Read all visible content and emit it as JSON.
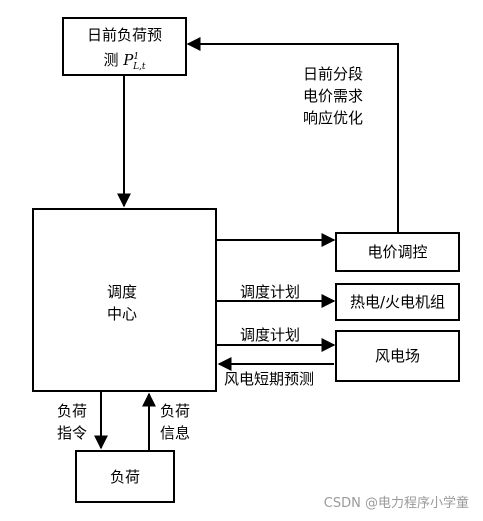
{
  "boxes": {
    "forecast_line1": "日前负荷预",
    "forecast_line2_prefix": "测",
    "forecast_math": {
      "base": "P",
      "sup": "1",
      "sub": "L,t"
    },
    "dispatch_center_line1": "调度",
    "dispatch_center_line2": "中心",
    "price_control": "电价调控",
    "thermal_units": "热电/火电机组",
    "wind_farm": "风电场",
    "load": "负荷"
  },
  "labels": {
    "dr_line1": "日前分段",
    "dr_line2": "电价需求",
    "dr_line3": "响应优化",
    "schedule_plan_1": "调度计划",
    "schedule_plan_2": "调度计划",
    "wind_forecast": "风电短期预测",
    "load_cmd_line1": "负荷",
    "load_cmd_line2": "指令",
    "load_info_line1": "负荷",
    "load_info_line2": "信息"
  },
  "watermark": "CSDN @电力程序小学童"
}
